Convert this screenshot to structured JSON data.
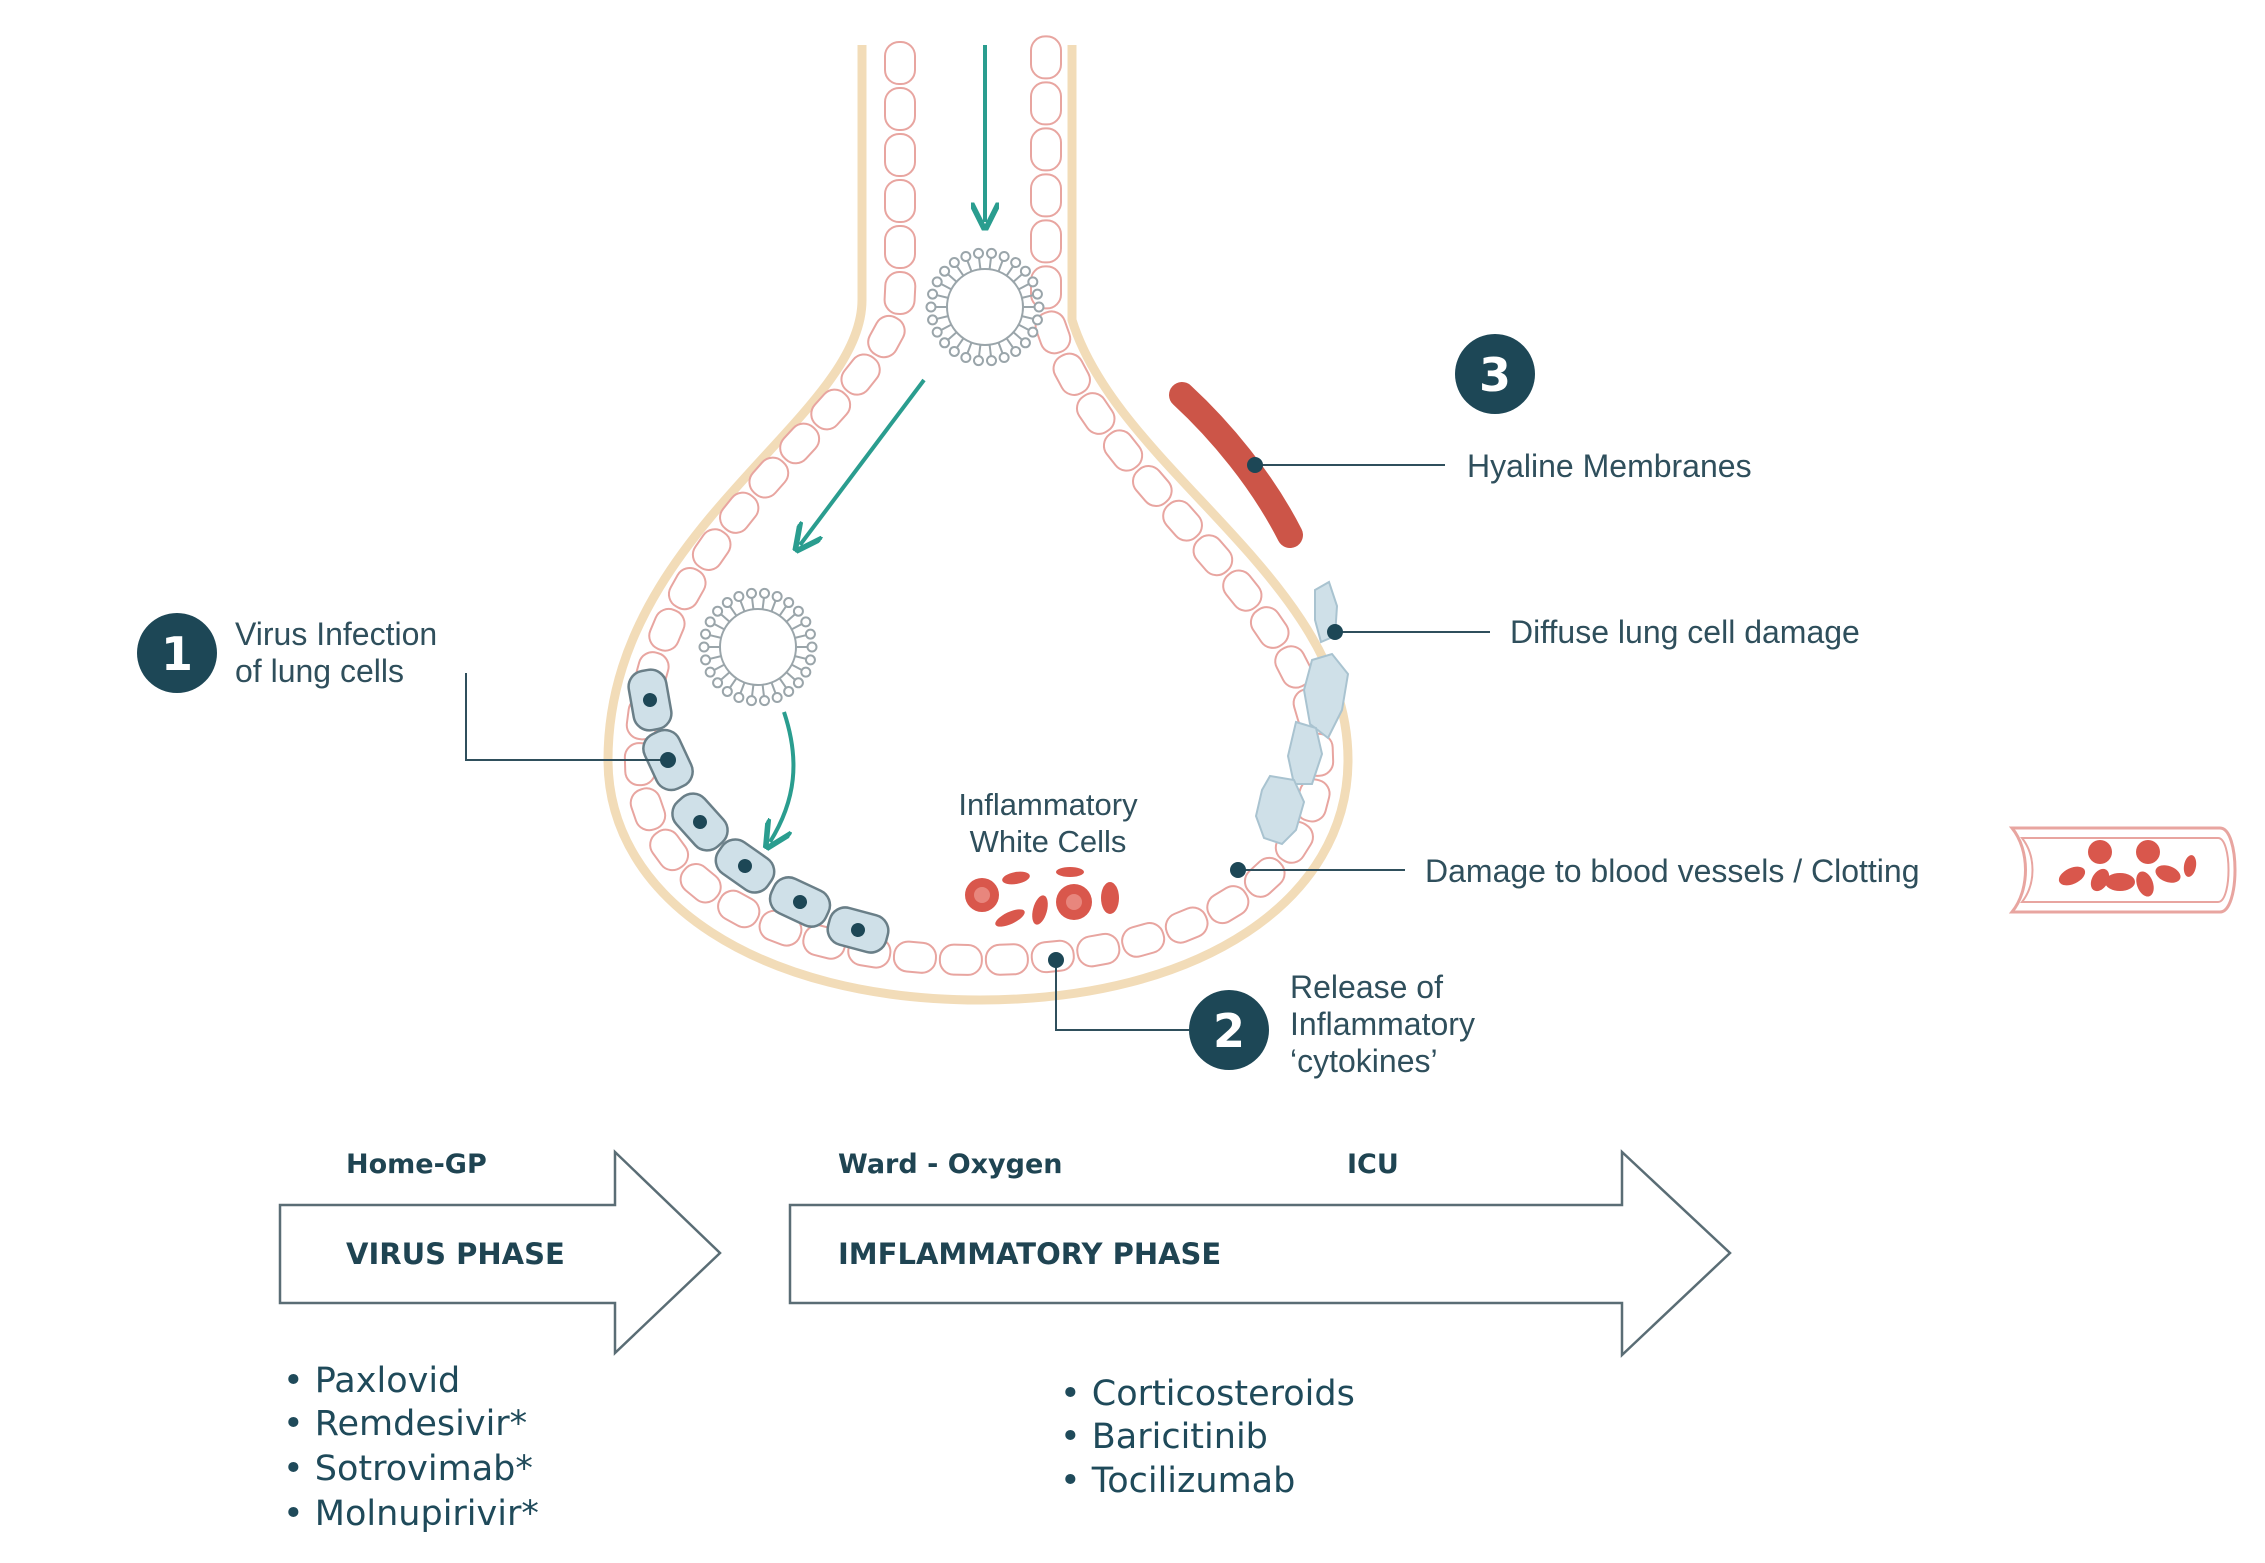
{
  "labels": {
    "step1_num": "1",
    "step1_line1": "Virus Infection",
    "step1_line2": "of lung cells",
    "step2_num": "2",
    "step2_line1": "Release of",
    "step2_line2": "Inflammatory",
    "step2_line3": "‘cytokines’",
    "step3_num": "3",
    "hyaline": "Hyaline Membranes",
    "diffuse": "Diffuse lung cell damage",
    "blood": "Damage to blood vessels / Clotting",
    "white_cells_line1": "Inflammatory",
    "white_cells_line2": "White Cells"
  },
  "timeline": {
    "home": "Home-GP",
    "ward": "Ward - Oxygen",
    "icu": "ICU",
    "virus_phase": "VIRUS PHASE",
    "inflammatory_phase": "IMFLAMMATORY PHASE"
  },
  "virus_drugs": [
    "• Paxlovid",
    "• Remdesivir*",
    "• Sotrovimab*",
    "• Molnupirivir*"
  ],
  "inflammatory_drugs": [
    "• Corticosteroids",
    "• Baricitinib",
    "• Tocilizumab"
  ],
  "colors": {
    "teal_arrow": "#2a9d8f",
    "navy": "#1d4756",
    "cell_outline": "#e8a5a0",
    "membrane": "#cc5548",
    "wall": "#f2dcb8",
    "damaged_cell": "#cfe0e8"
  }
}
